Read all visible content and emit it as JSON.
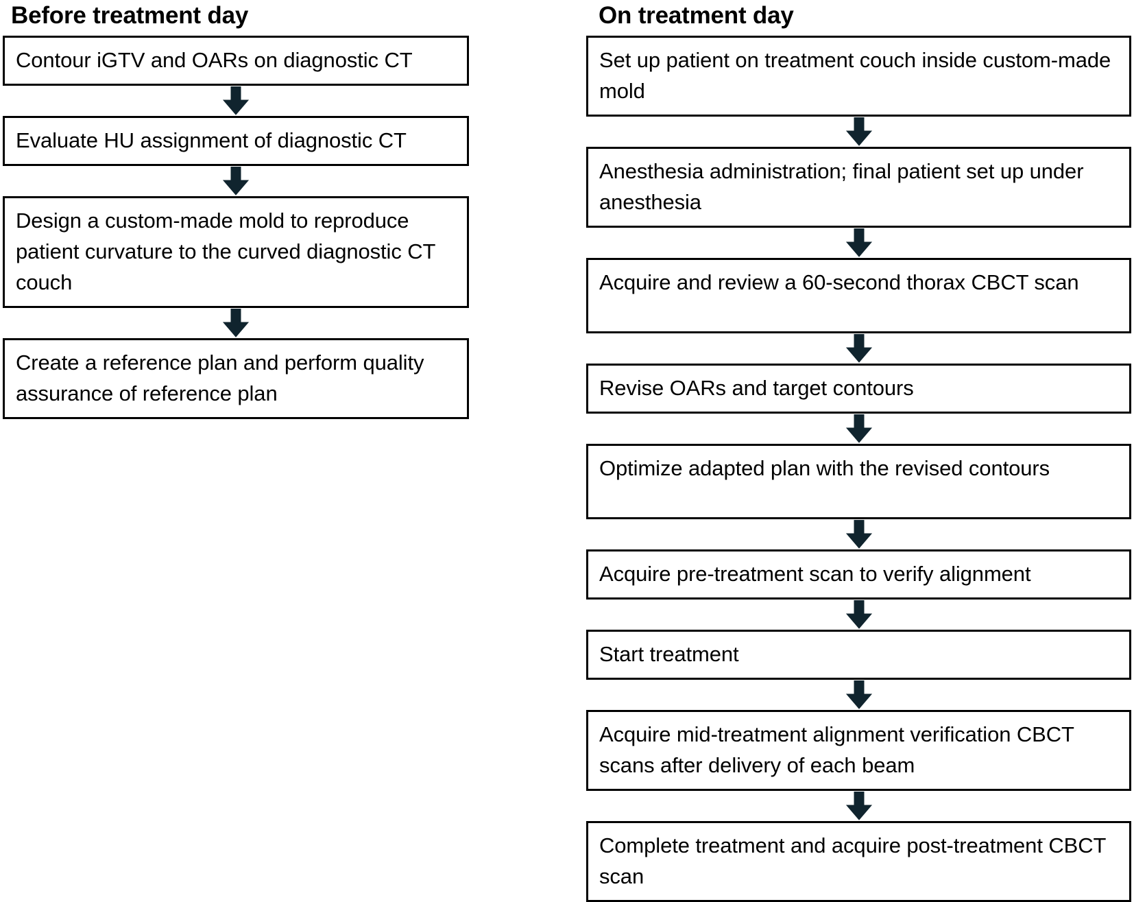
{
  "figure": {
    "type": "flowchart",
    "orientation": "two-column-vertical",
    "arrow_glyph": "down-arrow",
    "colors": {
      "box_border": "#000000",
      "box_fill": "#ffffff",
      "arrow_fill": "#10242e",
      "text": "#000000"
    }
  },
  "columns": [
    {
      "id": "before-treatment-day",
      "heading": "Before treatment day",
      "steps": [
        {
          "text": "Contour iGTV and OARs on diagnostic CT",
          "lines": 1
        },
        {
          "text": "Evaluate HU assignment of diagnostic CT",
          "lines": 1
        },
        {
          "text": "Design a custom-made mold to reproduce patient curvature to the curved diagnostic CT couch",
          "lines": 3
        },
        {
          "text": "Create a reference plan and perform quality assurance of reference plan",
          "lines": 2
        }
      ]
    },
    {
      "id": "on-treatment-day",
      "heading": "On treatment day",
      "steps": [
        {
          "text": "Set up patient on treatment couch inside custom-made mold",
          "lines": 2
        },
        {
          "text": "Anesthesia administration; final patient set up under anesthesia",
          "lines": 2
        },
        {
          "text": "Acquire and review a 60-second thorax CBCT scan",
          "lines": 2
        },
        {
          "text": "Revise OARs and target contours",
          "lines": 1
        },
        {
          "text": "Optimize adapted plan with the revised contours",
          "lines": 2
        },
        {
          "text": "Acquire pre-treatment scan to verify alignment",
          "lines": 1
        },
        {
          "text": "Start treatment",
          "lines": 1
        },
        {
          "text": "Acquire mid-treatment alignment verification CBCT scans after delivery of each beam",
          "lines": 2
        },
        {
          "text": "Complete treatment and acquire post-treatment CBCT scan",
          "lines": 2
        }
      ]
    }
  ]
}
